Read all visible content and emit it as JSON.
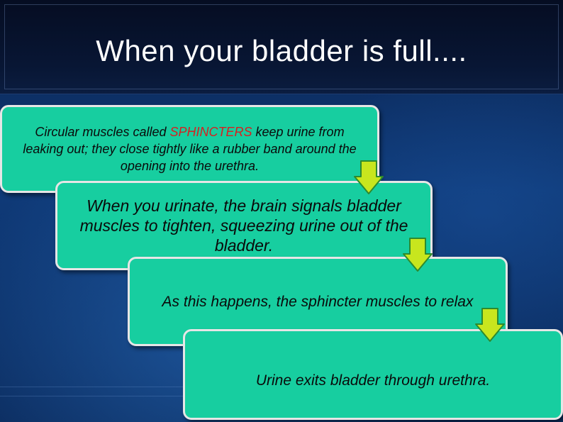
{
  "slide": {
    "title": "When your bladder is full....",
    "steps": [
      {
        "text_before": "Circular muscles called ",
        "highlight": "SPHINCTERS",
        "text_after": " keep  urine from leaking out; they close tightly like a rubber band around the opening into the urethra."
      },
      {
        "text": "When you urinate, the brain signals bladder muscles to tighten, squeezing urine out of the bladder."
      },
      {
        "text": "As this happens, the sphincter muscles to relax"
      },
      {
        "text": "Urine exits bladder through urethra."
      }
    ],
    "colors": {
      "box_fill": "#17cea0",
      "box_border": "#e6e6e6",
      "highlight": "#d62020",
      "arrow_fill": "#c8e61e",
      "arrow_stroke": "#2e8a2e",
      "title_bar": "#081634",
      "background": "#0f3a78"
    },
    "icons": [
      "down-arrow-icon"
    ]
  }
}
